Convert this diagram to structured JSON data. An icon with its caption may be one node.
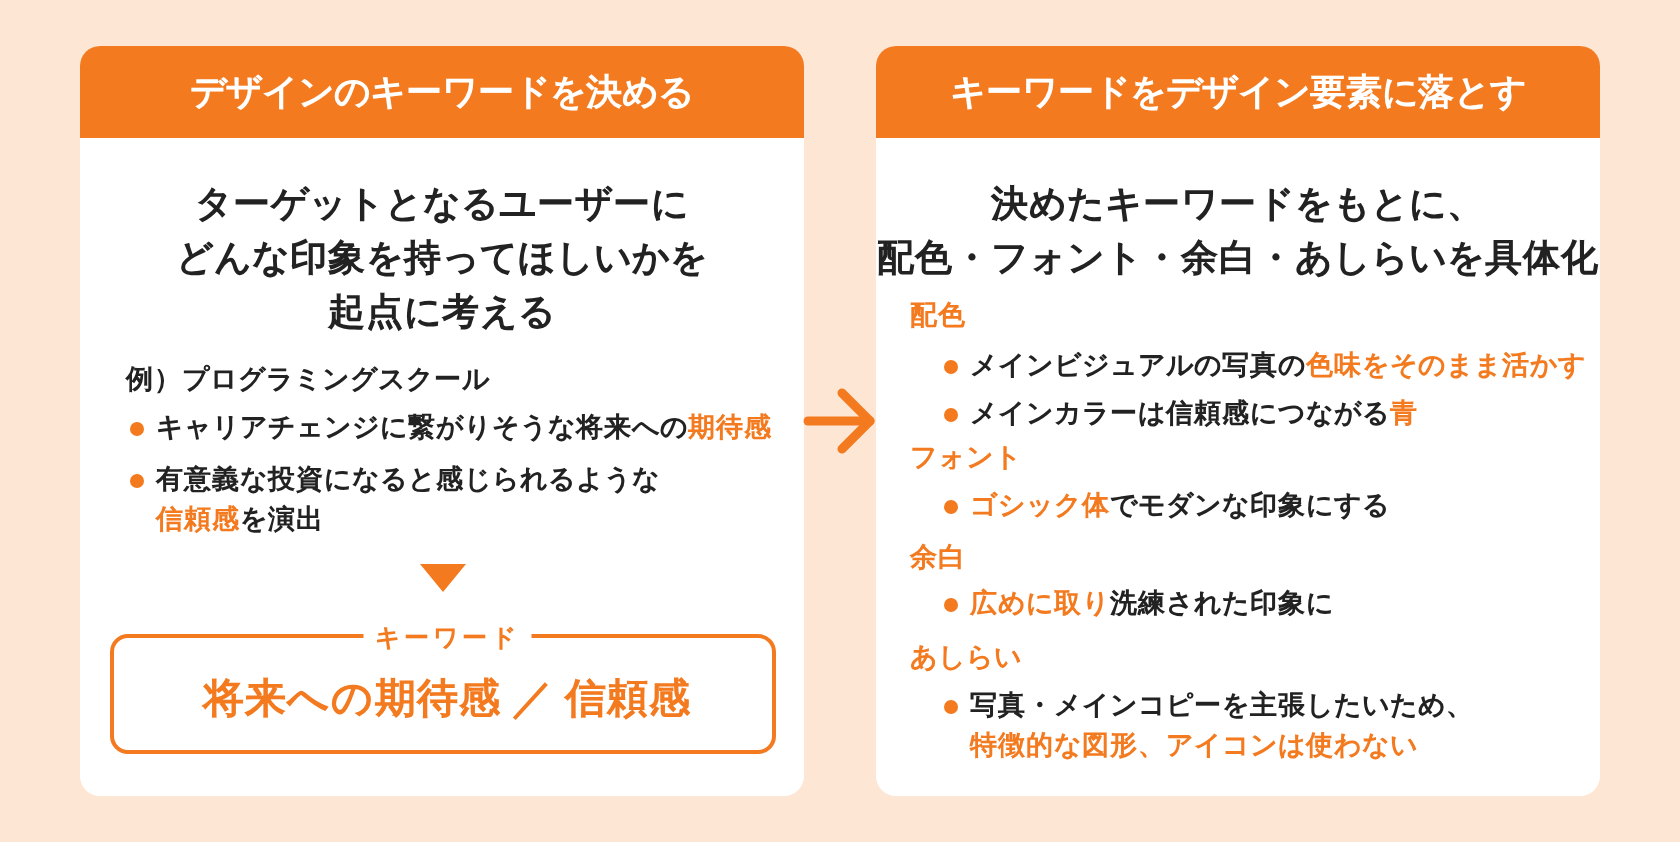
{
  "diagram": {
    "nodes": [
      {
        "text": [
          "デザインのキーワードを決める",
          "ターゲットとなるユーザーにどんな印象を持ってほしいかを起点に考える"
        ]
      },
      {
        "text": [
          "例）プログラミングスクール",
          "キャリアチェンジに繋がりそうな将来への**期待感**",
          "有意義な投資になると感じられるような**信頼感**を演出"
        ],
        "in": 0
      },
      {
        "text": [
          "キーワード",
          "将来への期待感 ／ 信頼感"
        ],
        "in": 0
      },
      {
        "text": [
          "キーワードをデザイン要素に落とす",
          "決めたキーワードをもとに、配色・フォント・余白・あしらいを具体化",
          "配色",
          "メインビジュアルの写真の**色味をそのまま活かす**",
          "メインカラーは信頼感につながる**青**",
          "フォント",
          "**ゴシック体**でモダンな印象にする",
          "余白",
          "**広めに取り**洗練された印象に",
          "あしらい",
          "写真・メインコピーを主張したいため、**特徴的な図形、アイコンは使わない**"
        ]
      }
    ],
    "edges": [
      {
        "from": 1,
        "to": 2,
        "arrow": "to"
      },
      {
        "from": 0,
        "to": 3,
        "arrow": "to"
      }
    ]
  }
}
